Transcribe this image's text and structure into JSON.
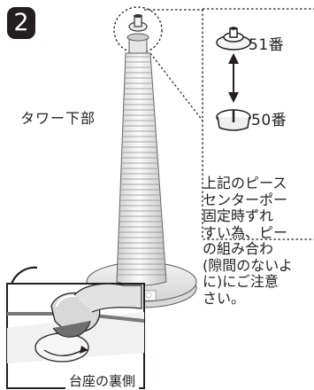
{
  "step": {
    "number": "2"
  },
  "tower": {
    "label": "タワー下部"
  },
  "pieces": {
    "top": {
      "label": "51番",
      "icon": "piece-51-icon"
    },
    "bottom": {
      "label": "50番",
      "icon": "piece-50-icon"
    }
  },
  "note": {
    "lines": [
      "上記のピース",
      "センターポー",
      "固定時ずれ",
      "すい為、ピー",
      "の組み合わ",
      "(隙間のないよ",
      "に)にご注意",
      "さい。"
    ]
  },
  "base": {
    "caption": "台座の裏側"
  },
  "colors": {
    "ink": "#231f20",
    "background": "#ffffff"
  }
}
